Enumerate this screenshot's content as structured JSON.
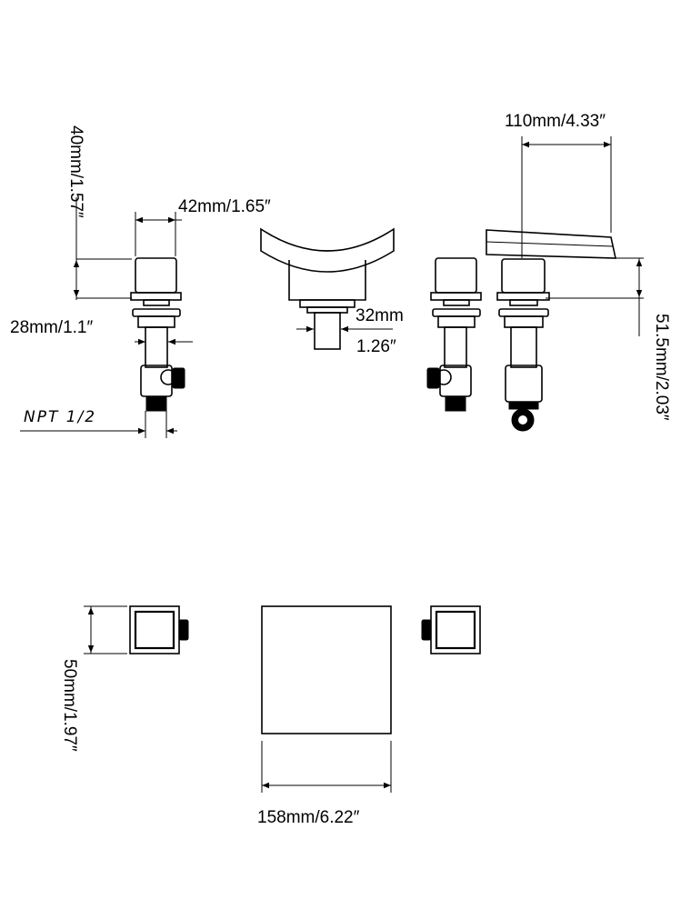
{
  "labels": {
    "top_height": "40mm/1.57″",
    "top_spread": "42mm/1.65″",
    "top_spout_length": "110mm/4.33″",
    "shank_diameter": "28mm/1.1″",
    "spout_shank_mm": "32mm",
    "spout_shank_in": "1.26″",
    "thread": "NPT  1/2",
    "side_height": "51.5mm/2.03″",
    "plan_depth": "50mm/1.97″",
    "plan_width": "158mm/6.22″"
  },
  "colors": {
    "line": "#000000",
    "background": "#ffffff"
  }
}
